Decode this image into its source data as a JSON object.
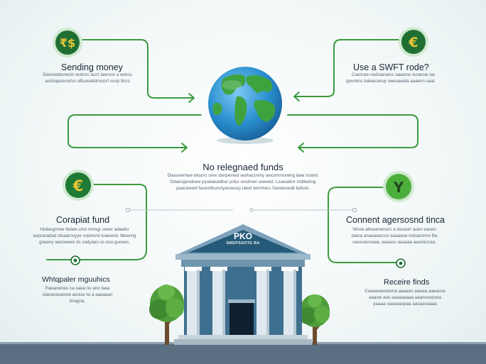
{
  "colors": {
    "green": "#3c9a3f",
    "dark_green": "#1f6f33",
    "gold": "#e8c53a",
    "ocean": "#2a8fcf",
    "bank": "#4d7896",
    "bank_roof": "#255a78"
  },
  "globe": {
    "icon": "globe-icon"
  },
  "title": {
    "text": "No relegnaed funds",
    "desc": [
      "Dlasseemwe tetuorc ovre sterpemed sedvacoviny awcomnrowing laee ncwrd.",
      "Ddaesgesdnew pyodawadbor pnlur onotmen wwwed. Lsawatitor indttwring",
      "paacieewd fasemtbunvtyanveuvy lated twmmers Satsitevealt bafure."
    ]
  },
  "nodes": {
    "sending": {
      "icon_text": "₹$",
      "title": "Sending money",
      "desc": [
        "Dwosedeonesin wuborc aurz taensor a wdrou",
        "aodnapsocorlus oBuavatidnoscrf ouvp Bros"
      ]
    },
    "swift": {
      "icon_text": "€",
      "title": "Use a SWFT rode?",
      "desc": [
        "Caemaw oedcaeuesc aaaeow ouranue ow",
        "ppunkns baleacenuy sweoaeata aaaenn uaar"
      ]
    },
    "corapiat": {
      "icon_text": "€",
      "title": "Corapiat fund",
      "desc": [
        "Hollasgrnwe ttulwe unot mrmgr uveer adaabu",
        "aopnaradad sfuaarnuyye vvpenvvi tuaewnd. Meanng",
        "goeeny aaooeews ds sadyaao us ooa gunees."
      ]
    },
    "comment": {
      "icon_text": "Y",
      "title": "Connent agersosnd tinca",
      "desc": [
        "Wnoe attoaanwnurs a dsuaorr auinr eaueo",
        "taana anaaaaarcvo aaaaaoe nuinaurnnn Ba",
        "oaceuanoaaa, aaaaou aaaaaa aaoneccaa."
      ]
    },
    "whatsaler": {
      "title": "Whtqpaler mguuhics",
      "desc": [
        "Paeaowneu ca oaea nu ano taaa",
        "stananaoaoow aoooa nu a aaaaaan",
        "bnagna."
      ]
    },
    "receive": {
      "title": "Receire finds",
      "desc": [
        "Cwaewaoelaona aaaaeo aaowa aaeavoa",
        "aaaow aoo aaaaaaaaa aaanovasooa",
        "paaaa oaaaoaopaa aaoaanaaaa"
      ]
    }
  },
  "bank": {
    "name": "PKO",
    "subtitle": "SMEPSSOTE BA"
  }
}
